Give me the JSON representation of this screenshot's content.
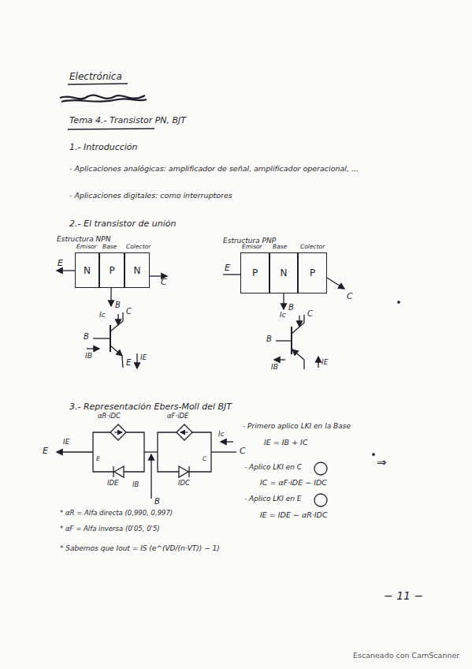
{
  "diagram": {
    "title": "Electrónica",
    "nodes": [
      {
        "text": [
          "N"
        ]
      },
      {
        "text": [
          "P"
        ]
      },
      {
        "text": [
          "N"
        ]
      },
      {
        "text": [
          "P"
        ]
      },
      {
        "text": [
          "N"
        ]
      },
      {
        "text": [
          "P"
        ]
      }
    ],
    "labels": [
      "Tema 4.- Transistor PN, BJT",
      "1.- Introducción",
      "- Aplicaciones analógicas: amplificador de señal, amplificador operacional, ...",
      "- Aplicaciones digitales: como interruptores",
      "2.- El transistor de unión",
      "Estructura NPN",
      "Estructura PNP",
      "Emisor",
      "Base",
      "Colector",
      "Emisor",
      "Base",
      "Colector",
      "E",
      "C",
      "B",
      "E",
      "C",
      "B",
      "Ic",
      "C",
      "B",
      "IB",
      "E",
      "IE",
      "Ic",
      "C",
      "B",
      "IB",
      "IE",
      "3.- Representación Ebers-Moll del BJT",
      "αR·iDC",
      "αF·iDE",
      "IE",
      "E",
      "E",
      "IDE",
      "IDC",
      "IB",
      "B",
      "C",
      "Ic",
      "C",
      "- Primero aplico LKI en la Base",
      "IE = IB + IC",
      "- Aplico LKI en C",
      "IC = αF·iDE − IDC",
      "- Aplico LKI en E",
      "IE = IDE − αR·IDC",
      "⇒",
      "* αR = Alfa directa (0,990, 0,997)",
      "* αF = Alfa inversa (0'05, 0'5)",
      "* Sabemos que Iout = IS (e^(VD/(n·VT)) − 1)",
      "− 11 −",
      "Escaneado con CamScanner"
    ]
  }
}
